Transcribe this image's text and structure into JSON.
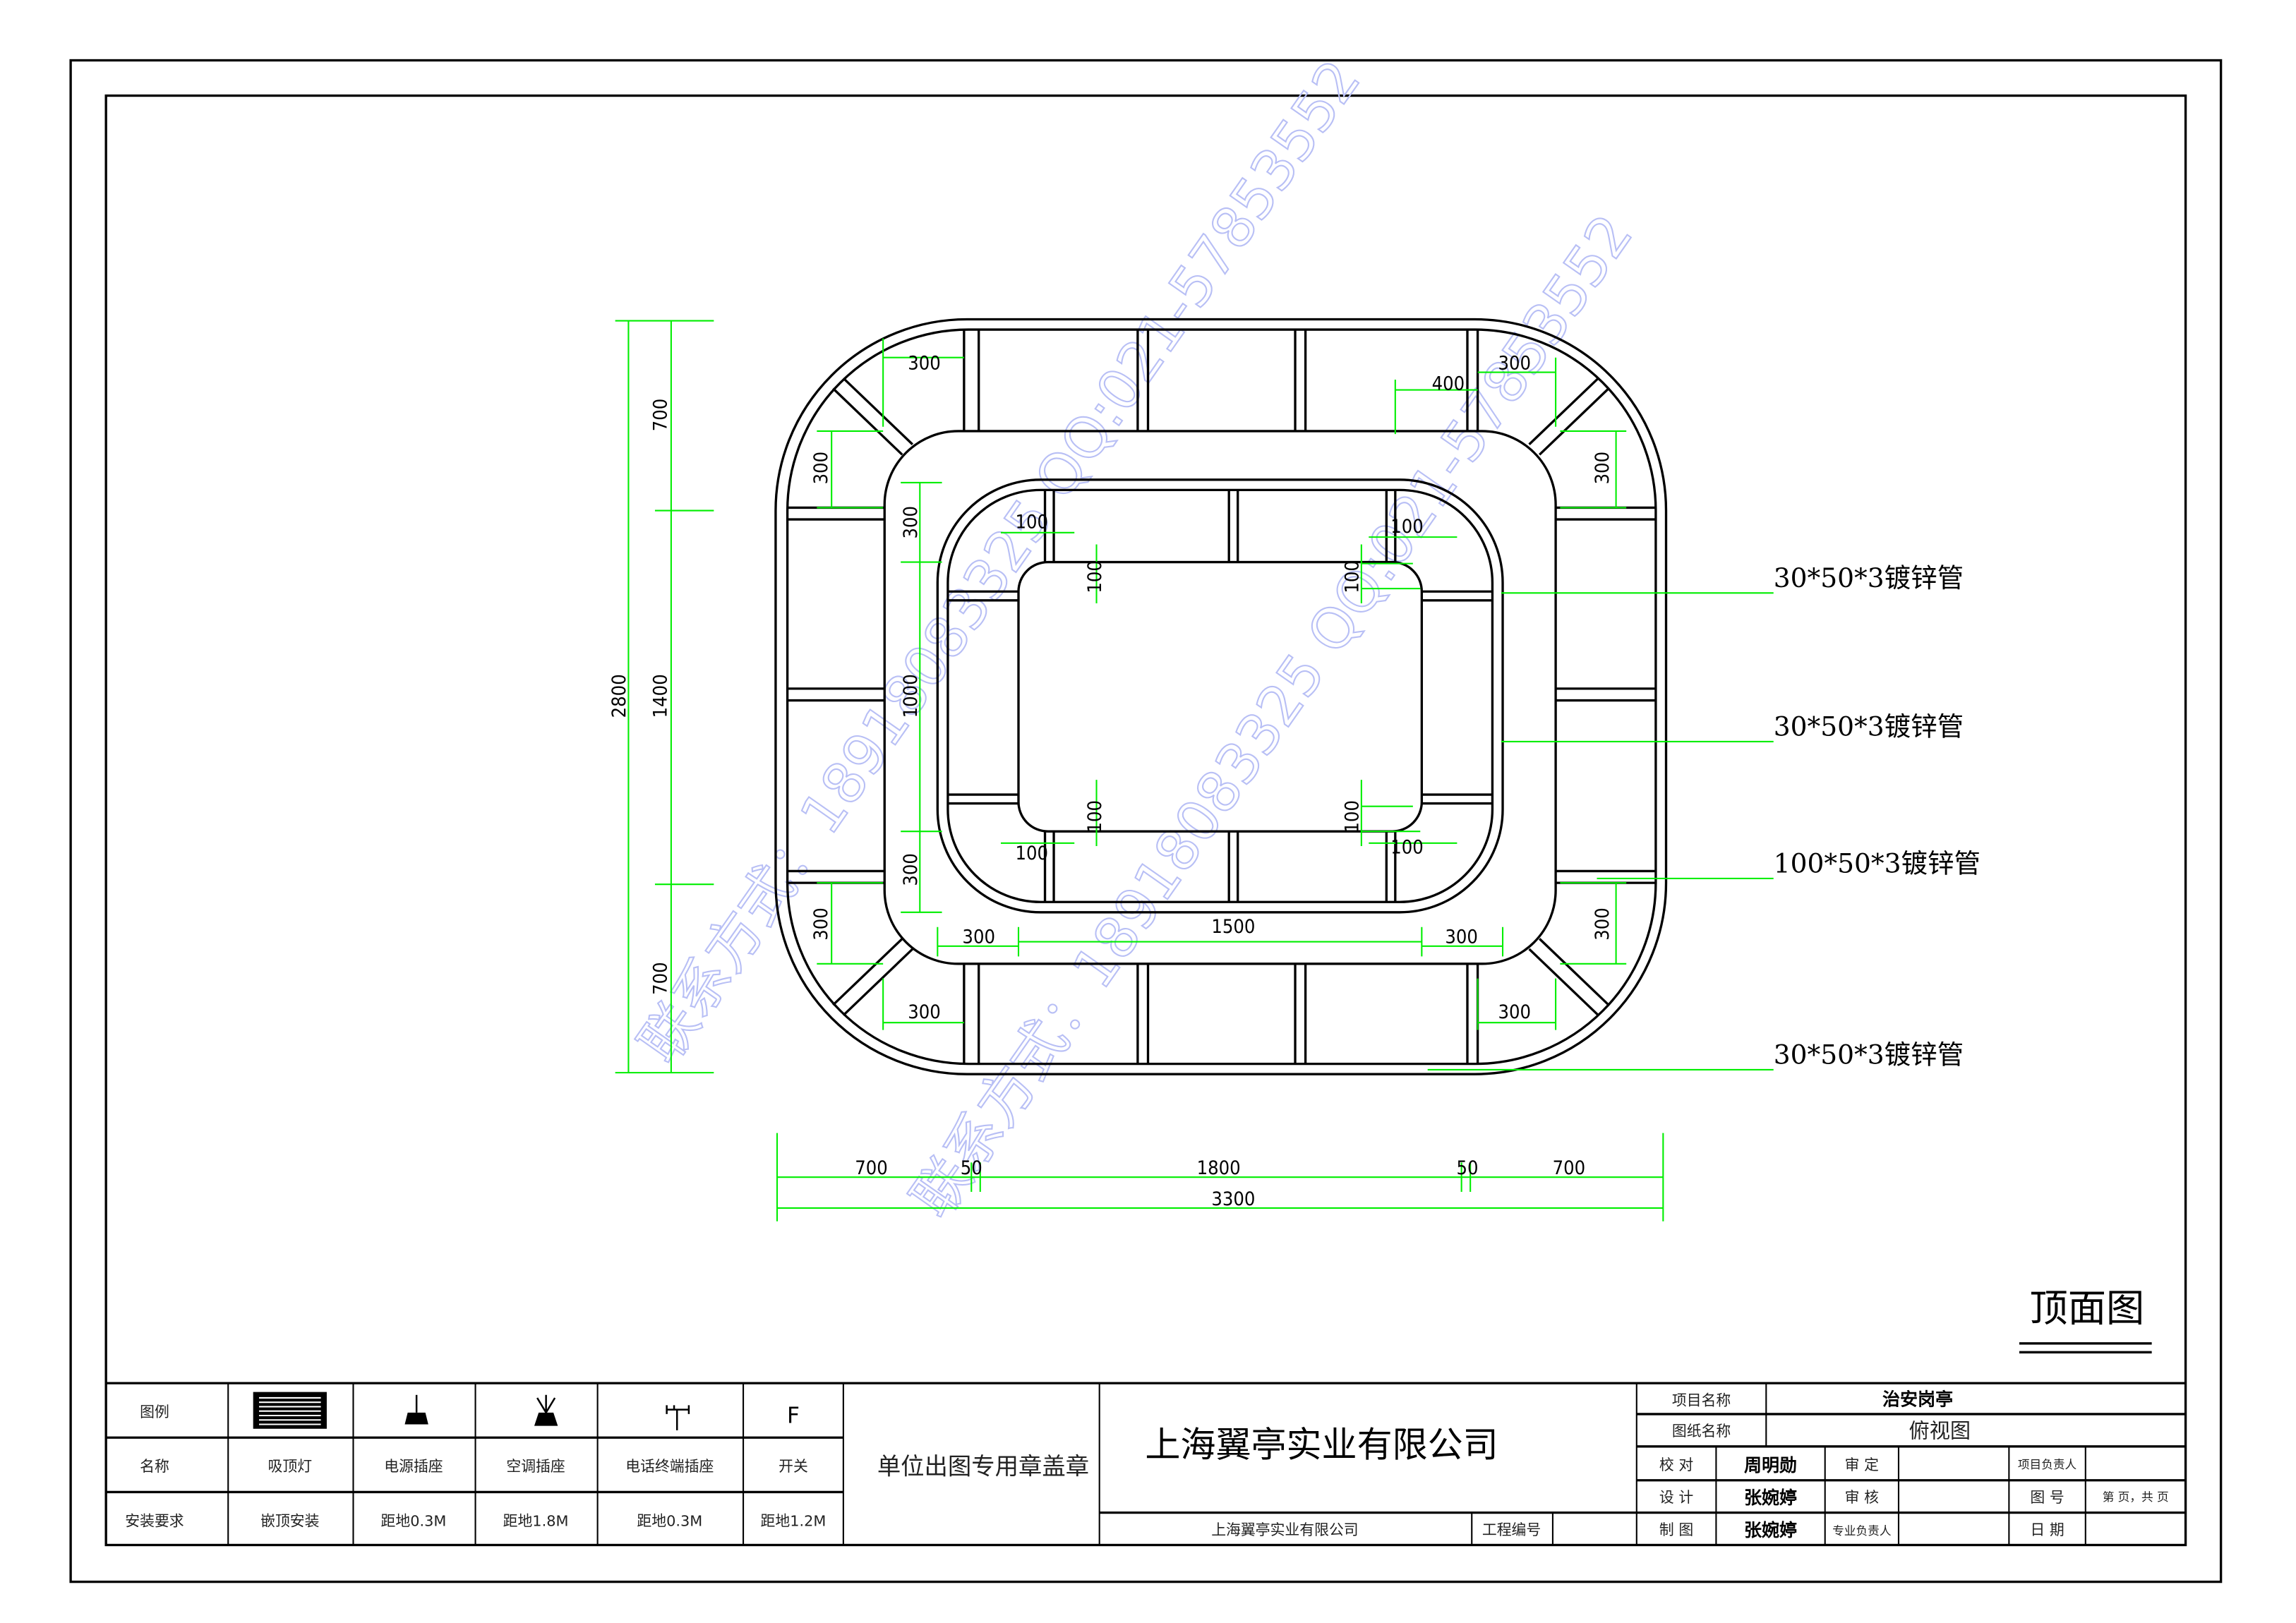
{
  "drawing": {
    "title": "顶面图",
    "watermark": [
      "联系方式：18918083325 QQ:021-57853552",
      "联系方式：18918083325 QQ:021-57853552"
    ],
    "pipe_labels": [
      "30*50*3镀锌管",
      "30*50*3镀锌管",
      "100*50*3镀锌管",
      "30*50*3镀锌管"
    ],
    "dims_left": [
      "700",
      "2800",
      "1400",
      "700"
    ],
    "dims_bottom": [
      "700",
      "50",
      "1800",
      "50",
      "700",
      "3300"
    ],
    "dims_inner": [
      "300",
      "400",
      "300",
      "300",
      "300",
      "300",
      "100",
      "100",
      "100",
      "100",
      "1000",
      "100",
      "100",
      "300",
      "100",
      "100",
      "300",
      "300",
      "300",
      "1500",
      "300",
      "300",
      "300"
    ]
  },
  "legend": {
    "header": "图例",
    "name_header": "名称",
    "install_header": "安装要求",
    "items": [
      {
        "icon": "ceiling-light-icon",
        "name": "吸顶灯",
        "install": "嵌顶安装"
      },
      {
        "icon": "power-socket-icon",
        "name": "电源插座",
        "install": "距地0.3M"
      },
      {
        "icon": "ac-socket-icon",
        "name": "空调插座",
        "install": "距地1.8M"
      },
      {
        "icon": "phone-socket-icon",
        "name": "电话终端插座",
        "install": "距地0.3M"
      },
      {
        "icon": "switch-icon",
        "symbol": "F",
        "name": "开关",
        "install": "距地1.2M"
      }
    ]
  },
  "title_block": {
    "stamp": "单位出图专用章盖章",
    "company": "上海翼亭实业有限公司",
    "company_small": "上海翼亭实业有限公司",
    "project_no_label": "工程编号",
    "project_name_label": "项目名称",
    "project_name": "治安岗亭",
    "drawing_name_label": "图纸名称",
    "drawing_name": "俯视图",
    "check_label": "校 对",
    "check_name": "周明勋",
    "approve_label": "审 定",
    "pm_label": "项目负责人",
    "design_label": "设 计",
    "design_name": "张婉婷",
    "review_label": "审 核",
    "drawing_no_label": "图 号",
    "page_text": "第 页，共 页",
    "draw_label": "制 图",
    "draw_name": "张婉婷",
    "lead_label": "专业负责人",
    "date_label": "日 期"
  }
}
